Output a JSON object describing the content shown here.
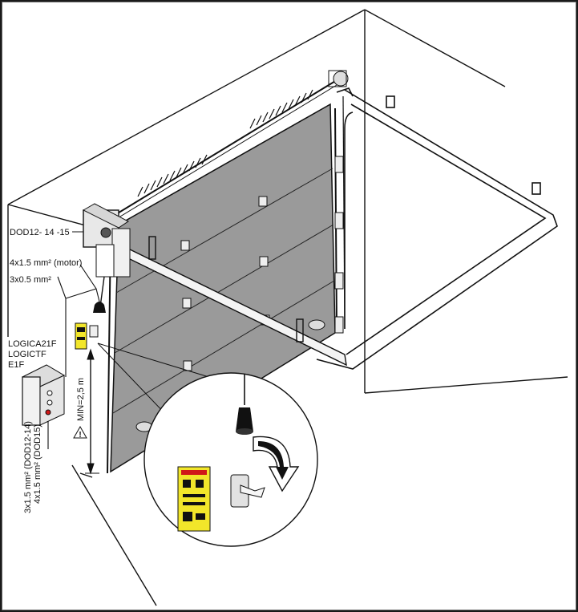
{
  "labels": {
    "motor_model": "DOD12- 14 -15",
    "cable_motor": "4x1.5 mm² (motor)",
    "cable_signal": "3x0.5 mm²",
    "controller_1": "LOGICA21F",
    "controller_2": "LOGICTF",
    "controller_3": "E1F",
    "height_min": "MIN=2,5 m",
    "supply_dod12": "3x1.5 mm² (DOD12-14)",
    "supply_dod15": "4x1.5 mm² (DOD15)"
  },
  "colors": {
    "panel_gray": "#9a9a9a",
    "warning_yellow": "#f2e62a",
    "line": "#111111",
    "control_box_red": "#d01818"
  },
  "icons": {
    "warning": "warning-triangle-icon",
    "release_arrow": "curved-arrow-icon"
  }
}
